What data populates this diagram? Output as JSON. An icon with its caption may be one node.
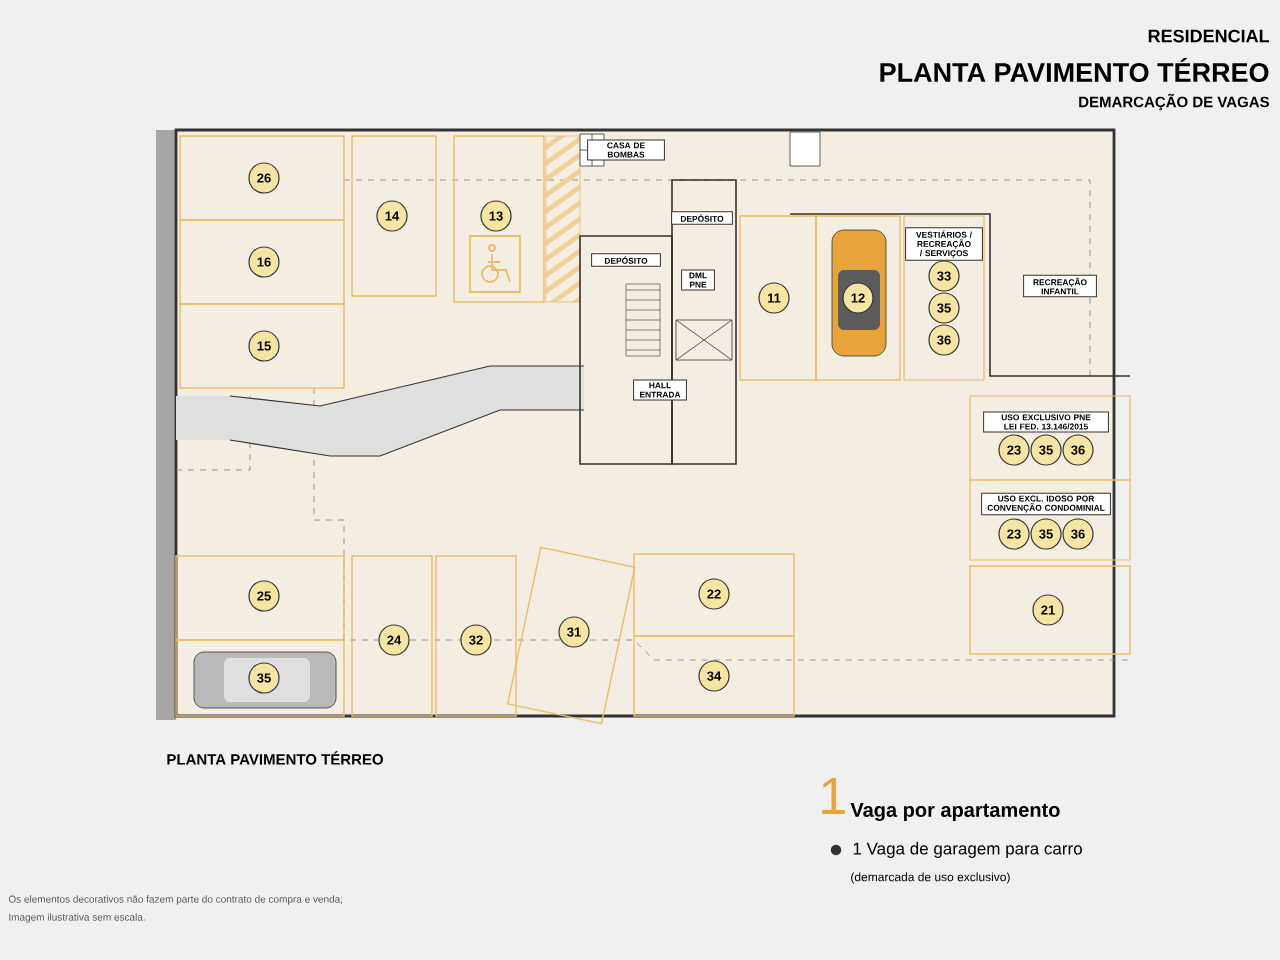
{
  "diagram": {
    "title": "PLANTA PAVIMENTO TÉRREO",
    "nodes": [
      {
        "text": [
          "26"
        ]
      },
      {
        "text": [
          "16"
        ]
      },
      {
        "text": [
          "15"
        ]
      },
      {
        "text": [
          "14"
        ]
      },
      {
        "text": [
          "13"
        ]
      },
      {
        "text": [
          "11"
        ]
      },
      {
        "text": [
          "12"
        ]
      },
      {
        "text": [
          "CASA DE BOMBAS"
        ]
      },
      {
        "text": [
          "DEPÓSITO"
        ]
      },
      {
        "text": [
          "DEPÓSITO"
        ]
      },
      {
        "text": [
          "DML PNE"
        ]
      },
      {
        "text": [
          "HALL ENTRADA"
        ]
      },
      {
        "text": [
          "VESTIÁRIOS / RECREAÇÃO / SERVIÇOS"
        ]
      },
      {
        "text": [
          "33"
        ],
        "in": 12
      },
      {
        "text": [
          "35"
        ],
        "in": 12
      },
      {
        "text": [
          "36"
        ],
        "in": 12
      },
      {
        "text": [
          "RECREAÇÃO INFANTIL"
        ]
      },
      {
        "text": [
          "USO EXCLUSIVO PNE LEI FED. 13.146/2015"
        ]
      },
      {
        "text": [
          "23"
        ],
        "in": 17
      },
      {
        "text": [
          "35"
        ],
        "in": 17
      },
      {
        "text": [
          "36"
        ],
        "in": 17
      },
      {
        "text": [
          "USO EXCL. IDOSO POR CONVENÇÃO CONDOMINIAL"
        ]
      },
      {
        "text": [
          "23"
        ],
        "in": 21
      },
      {
        "text": [
          "35"
        ],
        "in": 21
      },
      {
        "text": [
          "36"
        ],
        "in": 21
      },
      {
        "text": [
          "25"
        ]
      },
      {
        "text": [
          "35"
        ]
      },
      {
        "text": [
          "24"
        ]
      },
      {
        "text": [
          "32"
        ]
      },
      {
        "text": [
          "31"
        ]
      },
      {
        "text": [
          "22"
        ]
      },
      {
        "text": [
          "34"
        ]
      },
      {
        "text": [
          "21"
        ]
      }
    ],
    "labels": [
      "RESIDENCIAL",
      "DEMARCAÇÃO DE VAGAS",
      "PLANTA PAVIMENTO TÉRREO",
      "1",
      "Vaga por apartamento",
      "1 Vaga de garagem para carro",
      "(demarcada de uso exclusivo)",
      "Os elementos decorativos não fazem parte do contrato de compra e venda;",
      "Imagem ilustrativa sem escala."
    ]
  }
}
